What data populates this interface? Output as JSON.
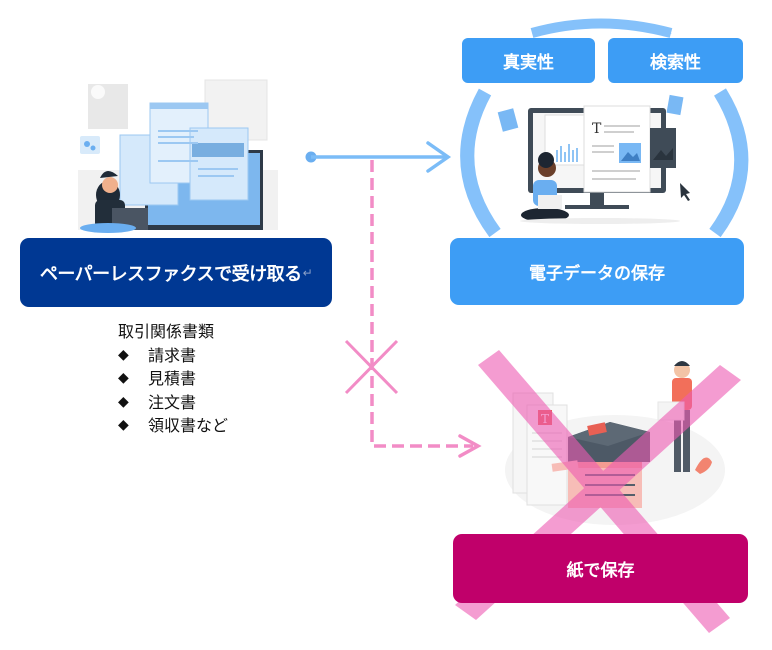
{
  "diagram": {
    "source": {
      "label": "ペーパーレスファクスで受け取る",
      "return_mark": "↵",
      "illustration": "woman-at-laptop-with-documents-illustration"
    },
    "document_list": {
      "heading": "取引関係書類",
      "bullet": "◆",
      "items": [
        "請求書",
        "見積書",
        "注文書",
        "領収書など"
      ]
    },
    "electronic_storage": {
      "label": "電子データの保存",
      "tags": [
        "真実性",
        "検索性"
      ],
      "illustration": "person-with-laptop-in-front-of-monitor-illustration"
    },
    "paper_storage": {
      "label": "紙で保存",
      "illustration": "man-with-copier-and-paper-stack-illustration",
      "crossed_out": true
    },
    "connectors": {
      "to_electronic": {
        "style": "solid",
        "color": "#7bbcf7"
      },
      "to_paper": {
        "style": "dashed",
        "color": "#f28cc6",
        "crossed": true
      }
    },
    "colors": {
      "source_box": "#003893",
      "electronic_box": "#3d9df5",
      "paper_box": "#c0006a",
      "ring": "#85c1fa",
      "cross": "#f28cc6"
    }
  }
}
